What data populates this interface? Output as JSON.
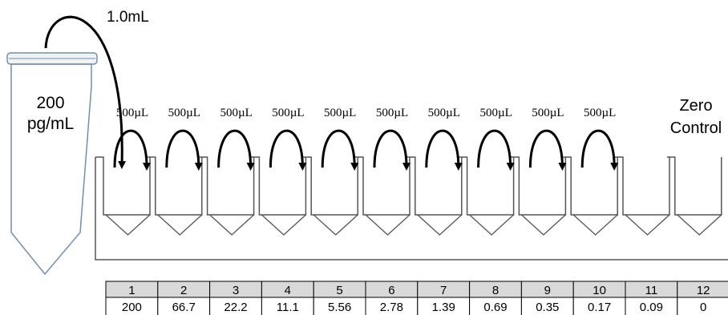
{
  "stock": {
    "transfer_volume": "1.0mL",
    "concentration_value": "200",
    "concentration_unit": "pg/mL"
  },
  "serial_transfer_volume": "500µL",
  "zero_control": {
    "line1": "Zero",
    "line2": "Control"
  },
  "table": {
    "wells": [
      "1",
      "2",
      "3",
      "4",
      "5",
      "6",
      "7",
      "8",
      "9",
      "10",
      "11",
      "12"
    ],
    "concentrations": [
      "200",
      "66.7",
      "22.2",
      "11.1",
      "5.56",
      "2.78",
      "1.39",
      "0.69",
      "0.35",
      "0.17",
      "0.09",
      "0"
    ]
  },
  "colors": {
    "outline": "#000000",
    "tube_outline": "#6f8fb6",
    "well_outline": "#555555",
    "header_fill": "#d9d9d9"
  },
  "icons": {
    "transfer": "curved-arrow-icon",
    "tube": "conical-tube-icon"
  }
}
